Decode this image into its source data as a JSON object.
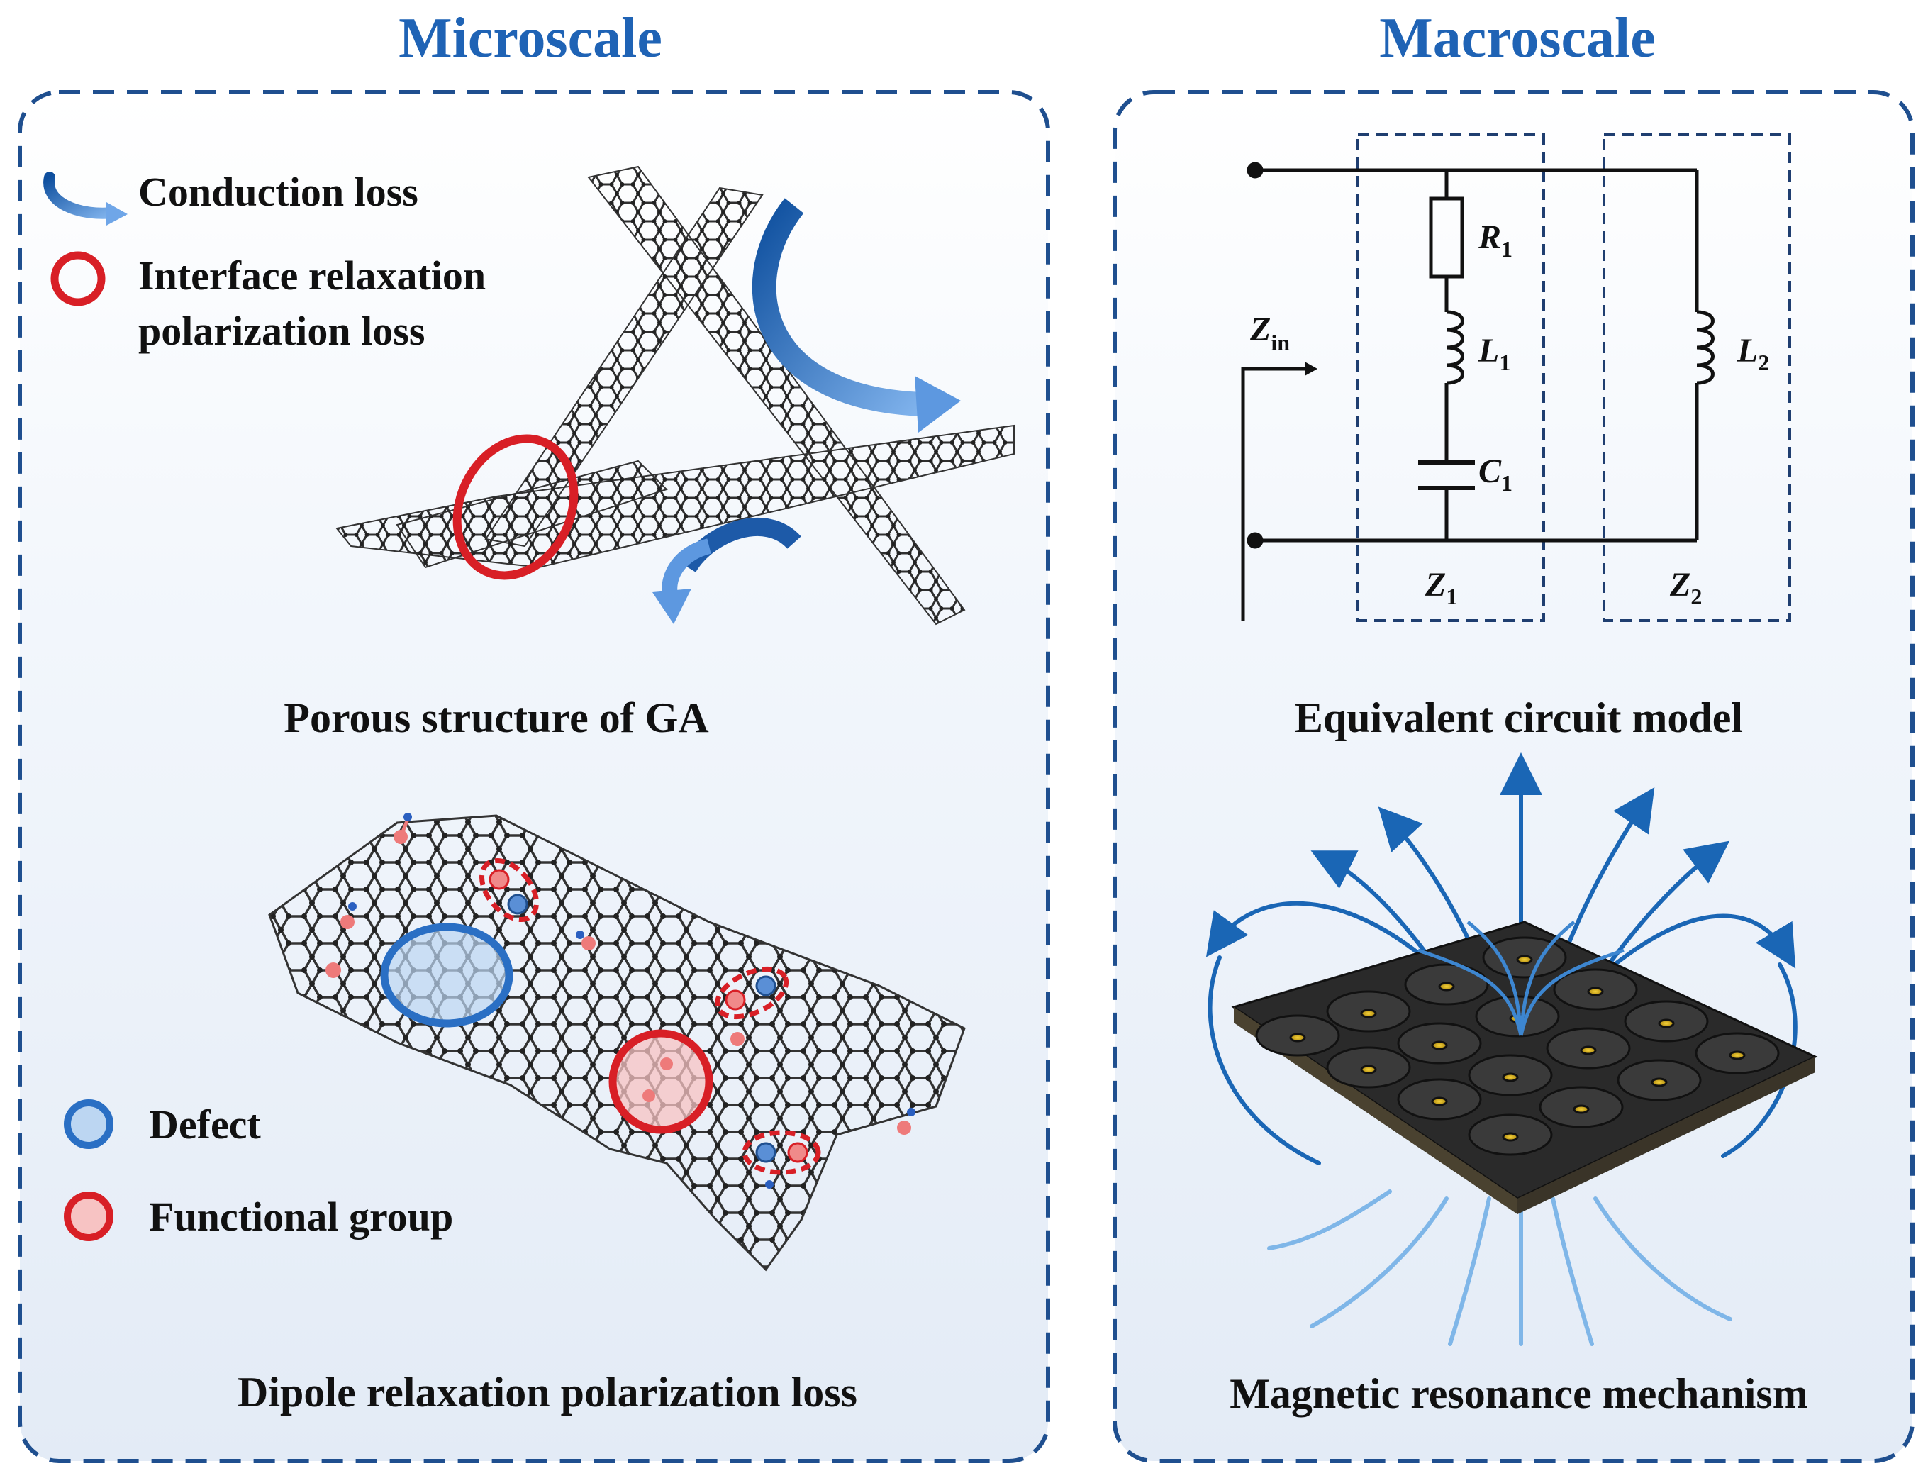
{
  "left_panel": {
    "heading": "Microscale",
    "legend_top": {
      "conduction": "Conduction loss",
      "interface_line1": "Interface relaxation",
      "interface_line2": "polarization loss"
    },
    "caption_top": "Porous structure of GA",
    "legend_bottom": {
      "defect": "Defect",
      "functional": "Functional group"
    },
    "caption_bottom": "Dipole relaxation polarization loss"
  },
  "right_panel": {
    "heading": "Macroscale",
    "circuit": {
      "zin": "Z",
      "zin_sub": "in",
      "r1": "R",
      "r1_sub": "1",
      "l1": "L",
      "l1_sub": "1",
      "c1": "C",
      "c1_sub": "1",
      "l2": "L",
      "l2_sub": "2",
      "z1": "Z",
      "z1_sub": "1",
      "z2": "Z",
      "z2_sub": "2"
    },
    "caption_circuit": "Equivalent circuit model",
    "caption_resonance": "Magnetic resonance mechanism"
  },
  "colors": {
    "accent_blue": "#1f63b5",
    "frame_blue": "#1f4f8f",
    "loss_red": "#d81f26",
    "defect_blue": "#2a6fc4",
    "graphene": "#2f2f2f"
  }
}
